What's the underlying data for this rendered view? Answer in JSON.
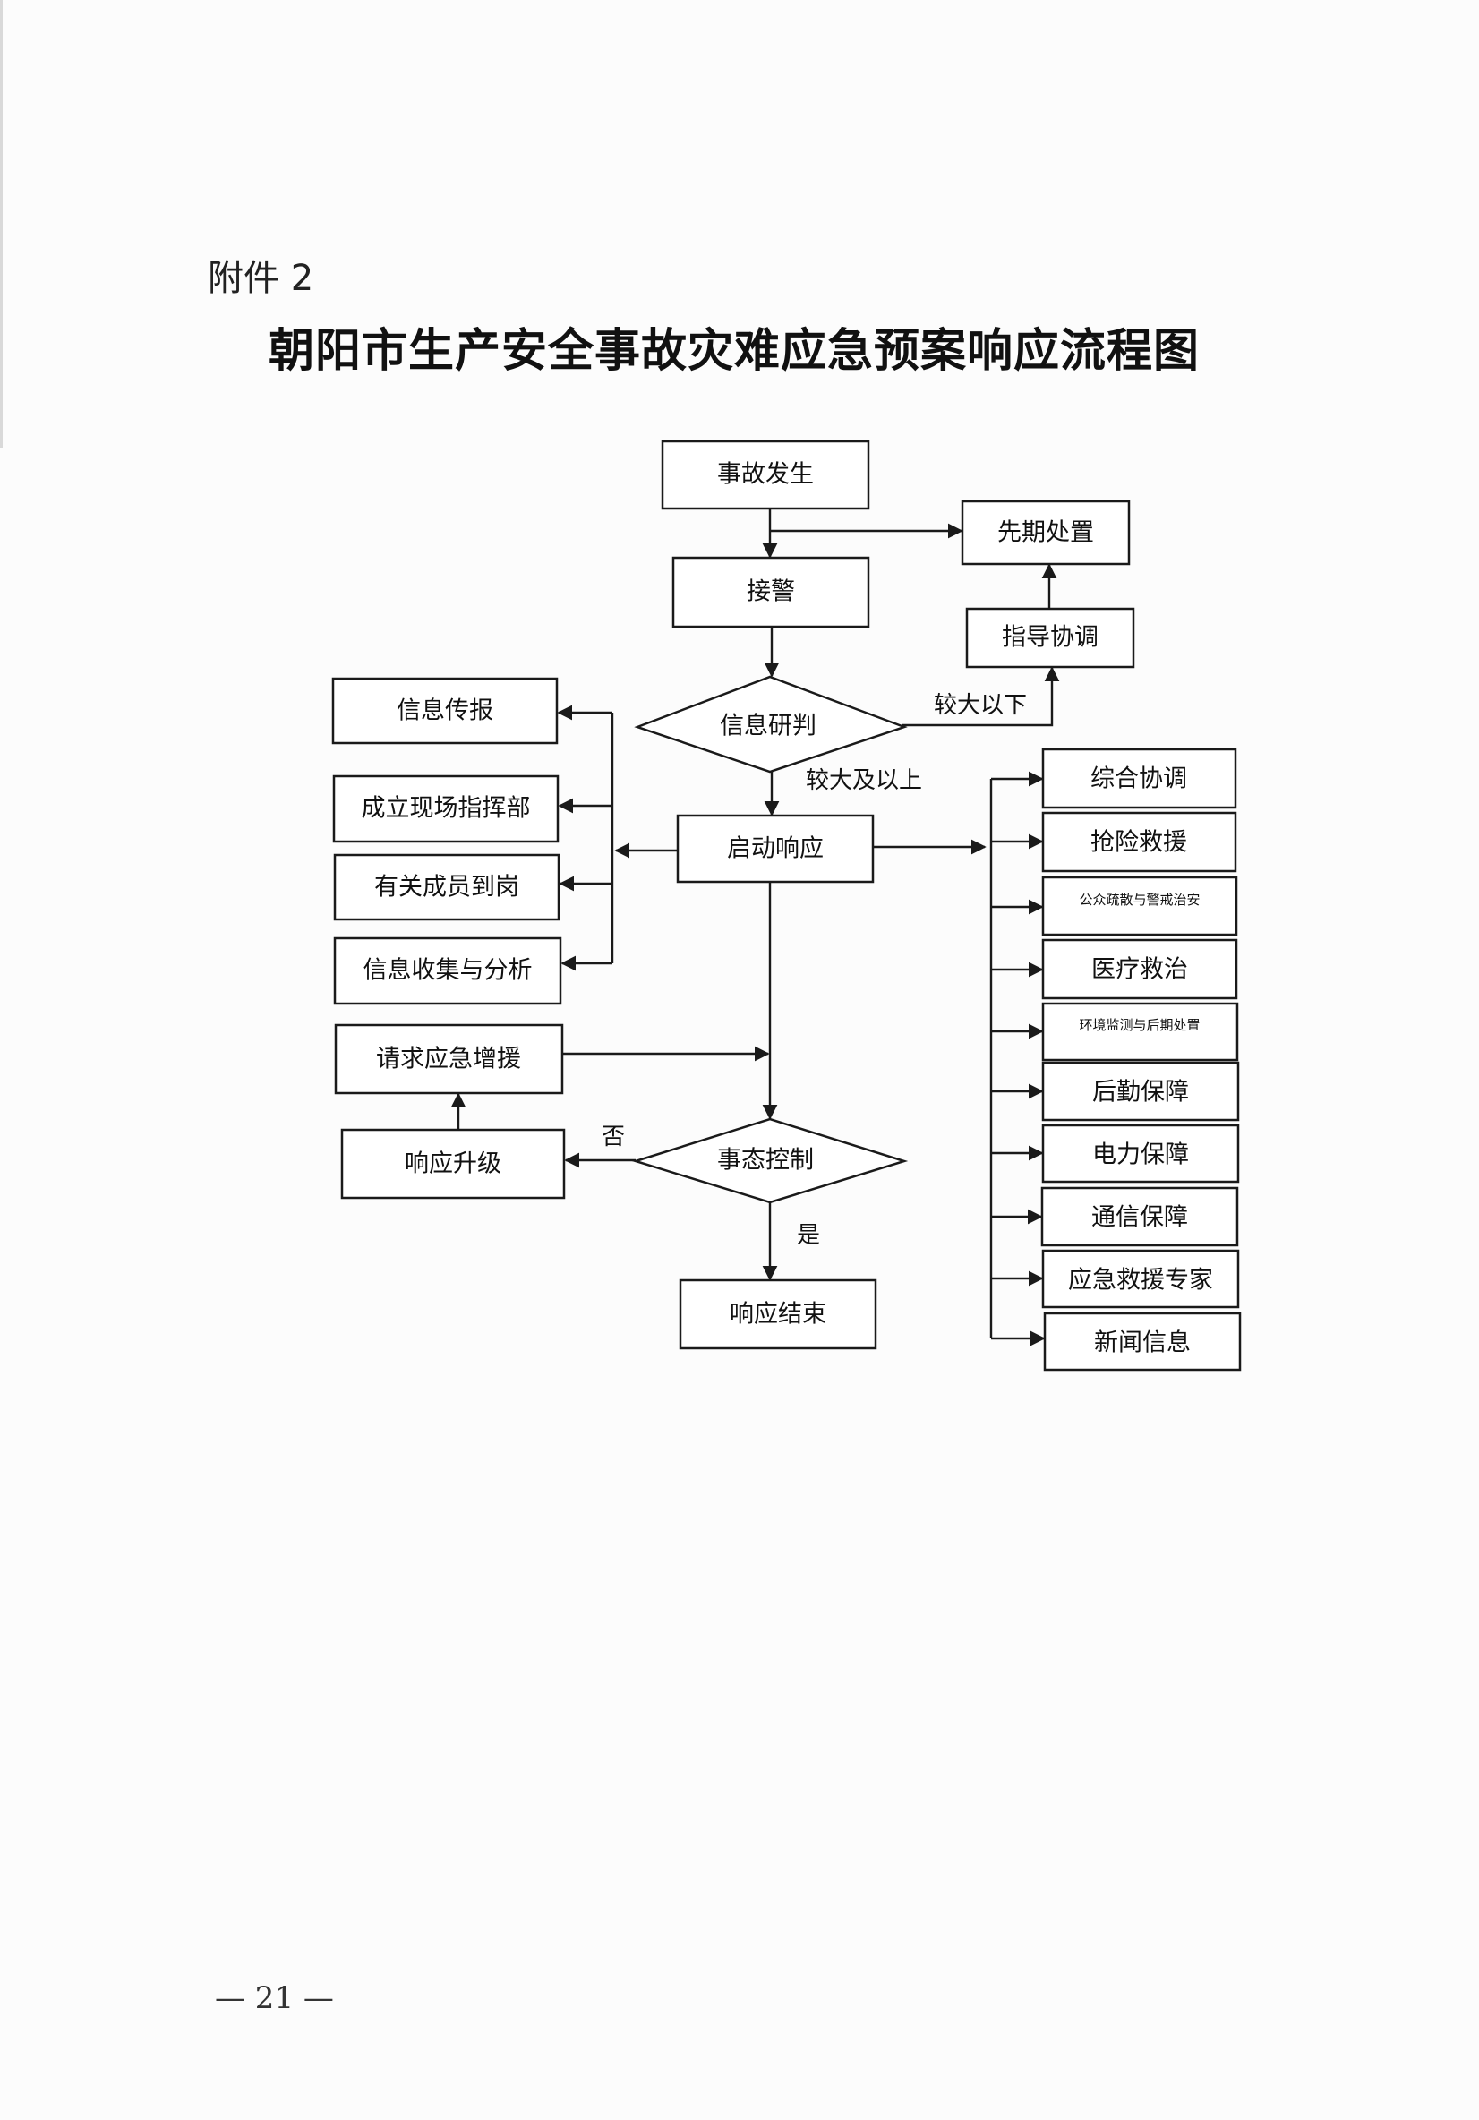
{
  "header": {
    "attachment_label": "附件 2",
    "title": "朝阳市生产安全事故灾难应急预案响应流程图"
  },
  "flowchart": {
    "nodes": {
      "incident": "事故发生",
      "preliminary_handling": "先期处置",
      "alarm_receipt": "接警",
      "guidance_coordination": "指导协调",
      "info_assessment": "信息研判",
      "launch_response": "启动响应",
      "event_control": "事态控制",
      "response_end": "响应结束",
      "left": {
        "info_report": "信息传报",
        "establish_hq": "成立现场指挥部",
        "members_on_duty": "有关成员到岗",
        "info_collection": "信息收集与分析",
        "request_reinforcement": "请求应急增援",
        "response_upgrade": "响应升级"
      },
      "right": [
        "综合协调",
        "抢险救援",
        "公众疏散与警戒治安",
        "医疗救治",
        "环境监测与后期处置",
        "后勤保障",
        "电力保障",
        "通信保障",
        "应急救援专家",
        "新闻信息"
      ]
    },
    "edge_labels": {
      "smaller": "较大以下",
      "larger": "较大及以上",
      "no": "否",
      "yes": "是"
    }
  },
  "footer": {
    "page_number": "— 21 —"
  }
}
